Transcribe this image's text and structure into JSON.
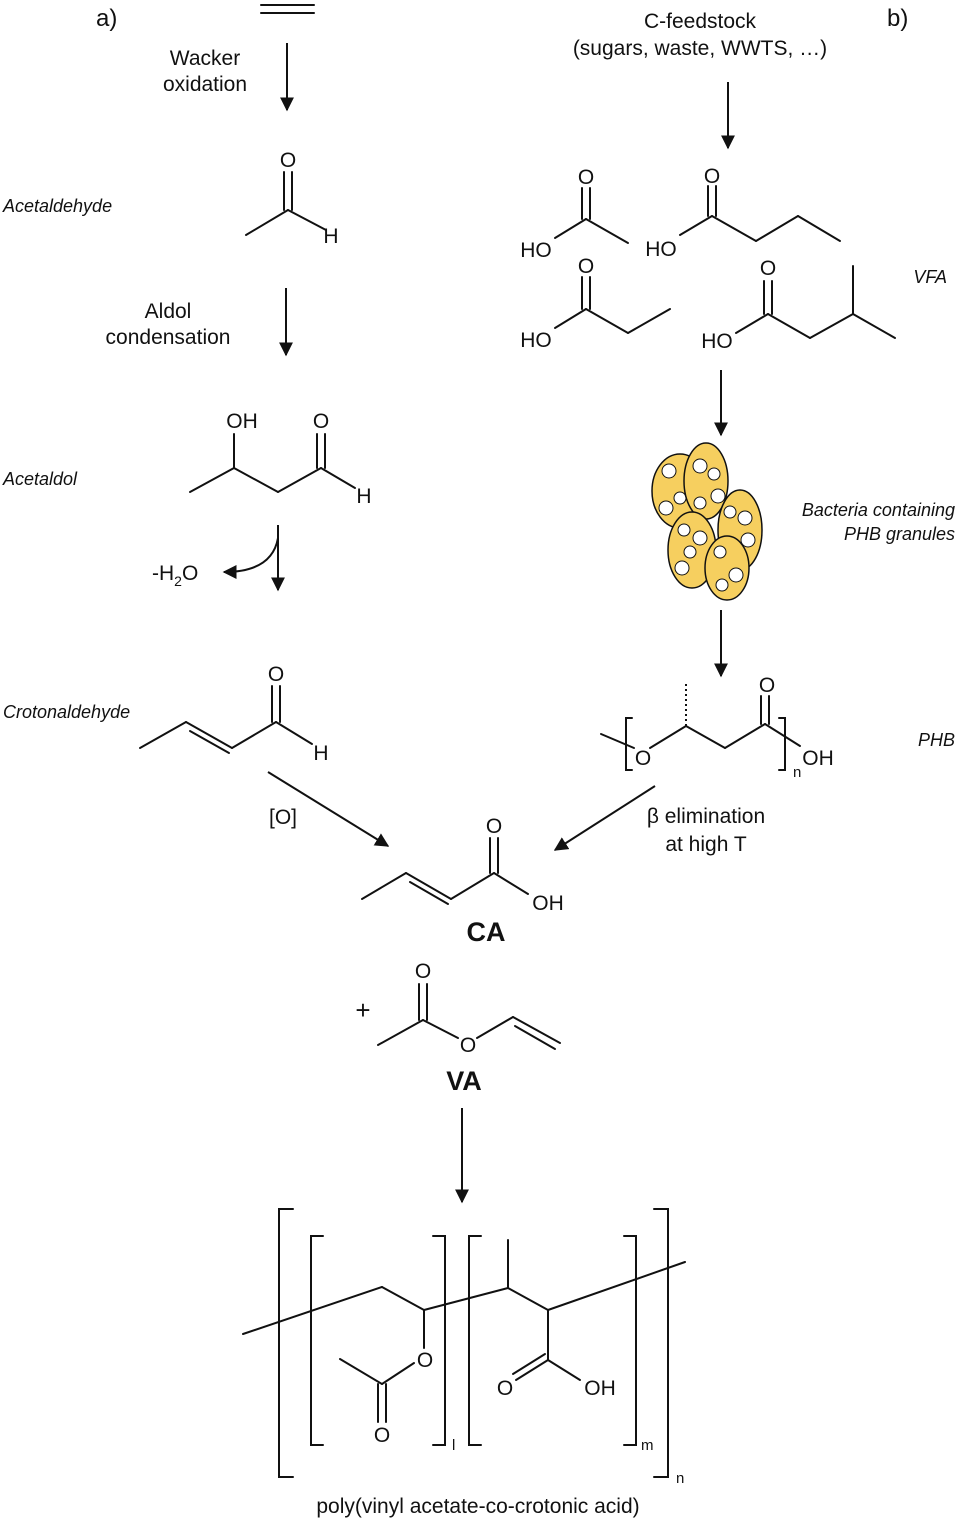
{
  "panels": {
    "a": "a)",
    "b": "b)"
  },
  "route_a": {
    "step1": [
      "Wacker",
      "oxidation"
    ],
    "acetaldehyde_label": "Acetaldehyde",
    "step2": [
      "Aldol",
      "condensation"
    ],
    "acetaldol_label": "Acetaldol",
    "water_loss_prefix": "-H",
    "water_loss_sub": "2",
    "water_loss_suffix": "O",
    "crotonaldehyde_label": "Crotonaldehyde",
    "step3": "[O]"
  },
  "route_b": {
    "feedstock": [
      "C-feedstock",
      "(sugars, waste, WWTS, …)"
    ],
    "vfa_label": "VFA",
    "bacteria_label": [
      "Bacteria containing",
      "PHB granules"
    ],
    "phb_label": "PHB",
    "step_elimination": [
      "β elimination",
      "at high T"
    ]
  },
  "atoms": {
    "O": "O",
    "H": "H",
    "HO": "HO",
    "OH": "OH",
    "n": "n",
    "m": "m",
    "l": "l"
  },
  "products": {
    "ca": "CA",
    "plus": "+",
    "va": "VA",
    "copolymer": "poly(vinyl acetate-co-crotonic acid)"
  },
  "colors": {
    "granule_cell": "#f6cf5f",
    "granule": "#ffffff",
    "ink": "#111111"
  }
}
